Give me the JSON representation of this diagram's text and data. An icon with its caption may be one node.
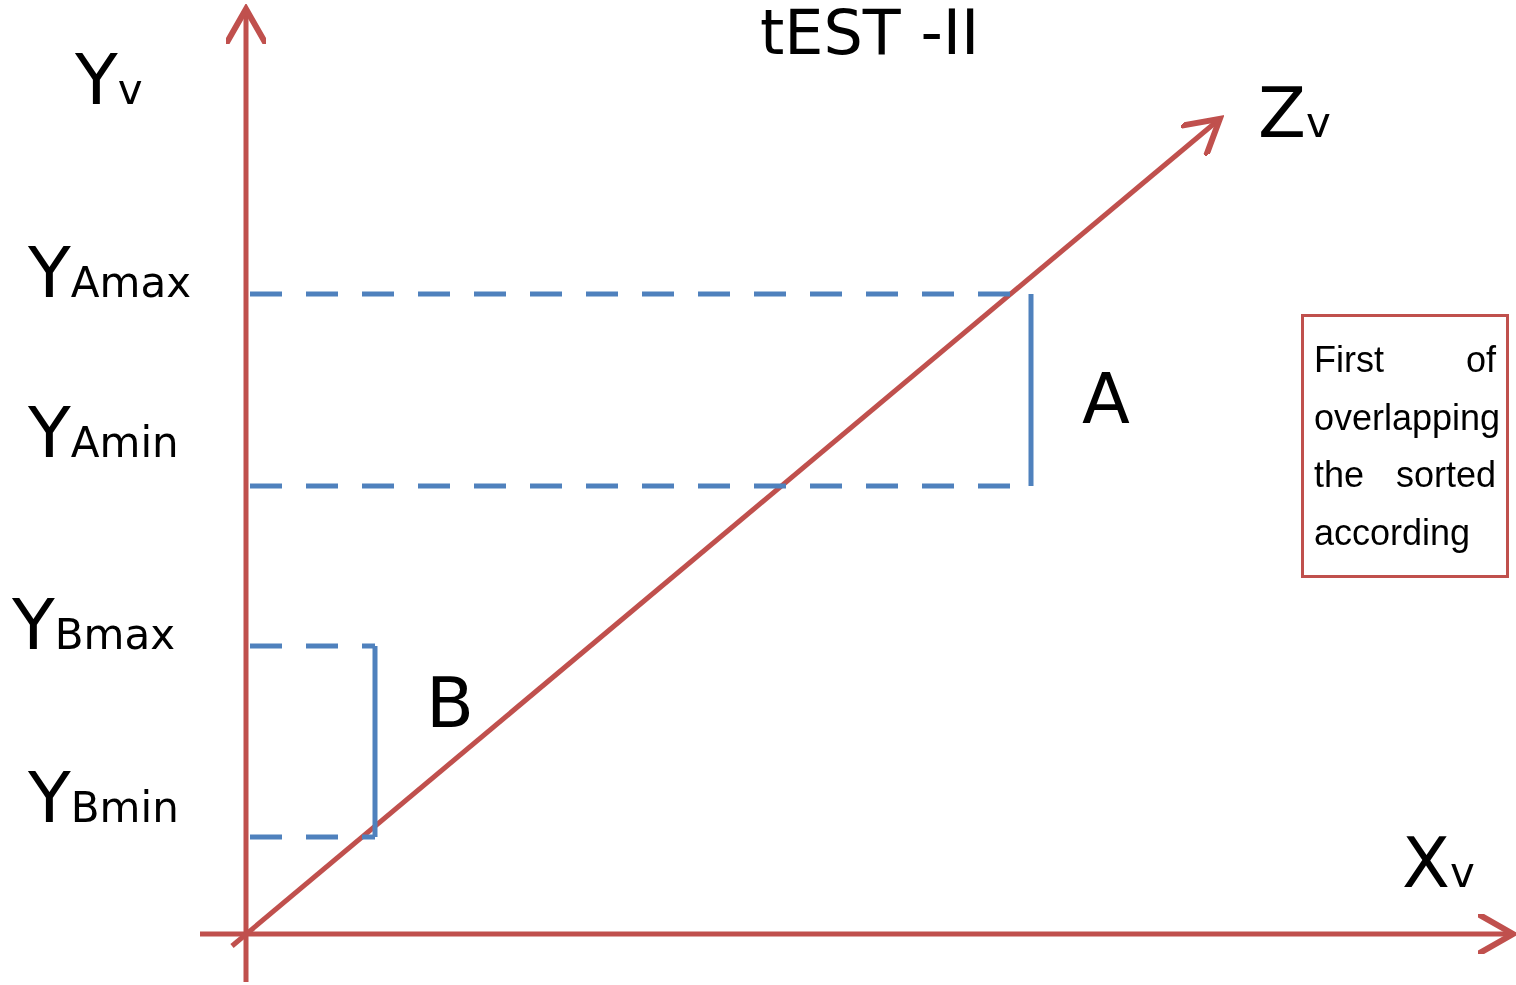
{
  "diagram": {
    "title": "tEST -II",
    "nodes": [
      {
        "text": [
          "First of overlapping the sorted according"
        ]
      }
    ],
    "labels": [
      "Y$_{v}$",
      "Z$_{v}$",
      "Y$_{Amax}$",
      "A",
      "Y$_{Amin}$",
      "Y$_{Bmax}$",
      "B",
      "Y$_{Bmin}$",
      "X$_{v}$"
    ]
  }
}
